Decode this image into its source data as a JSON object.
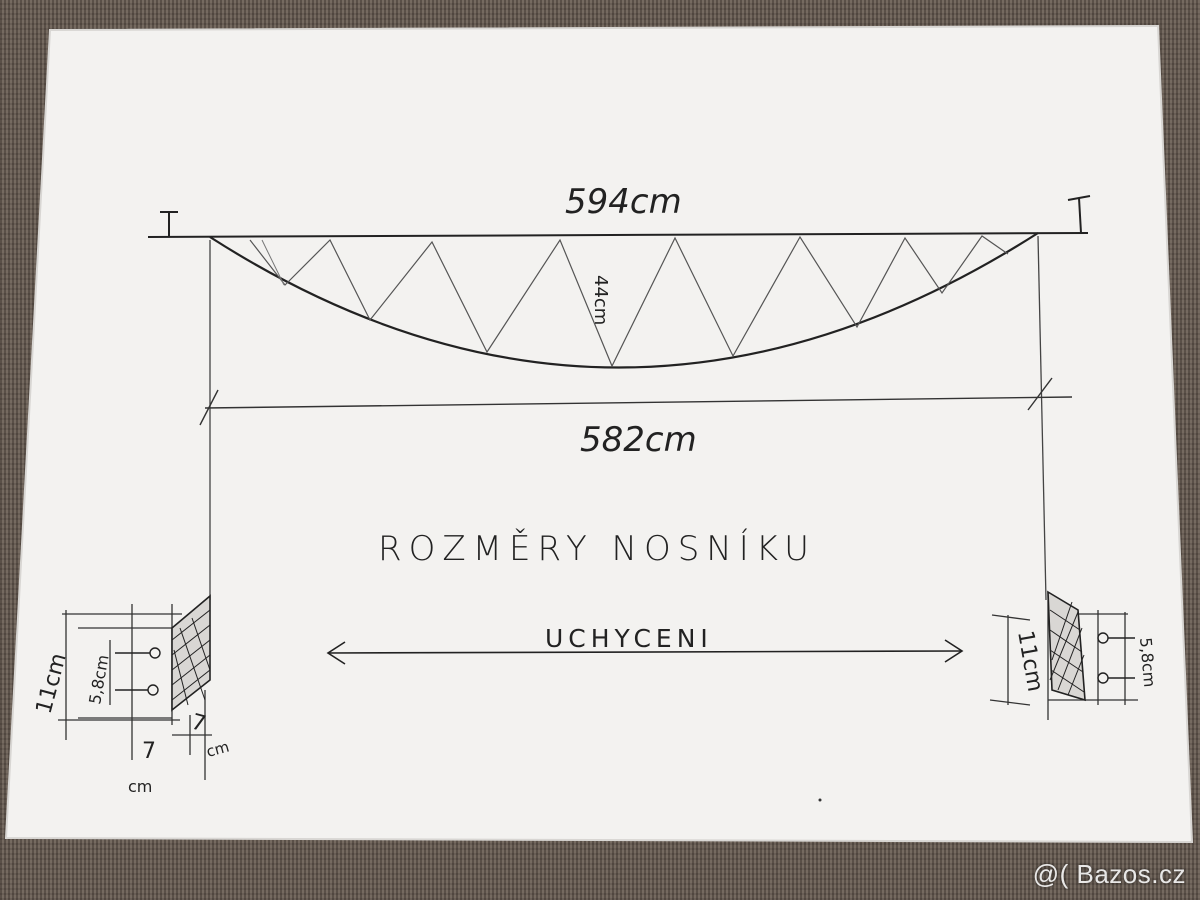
{
  "diagram": {
    "top_length": "594cm",
    "bottom_length": "582cm",
    "depth": "44cm",
    "title": "ROZMĚRY NOSNÍKU",
    "mount_label": "UCHYCENI",
    "left_detail": {
      "height": "11cm",
      "hole_spacing": "5,8cm",
      "width_a_num": "7",
      "width_a_unit": "cm",
      "width_b_num": "7",
      "width_b_unit": "cm"
    },
    "right_detail": {
      "height": "11cm",
      "hole_spacing": "5,8cm"
    }
  },
  "watermark": "@( Bazos.cz",
  "colors": {
    "ink": "#222222",
    "pencil": "#555555",
    "paper": "#f4f3f1"
  }
}
